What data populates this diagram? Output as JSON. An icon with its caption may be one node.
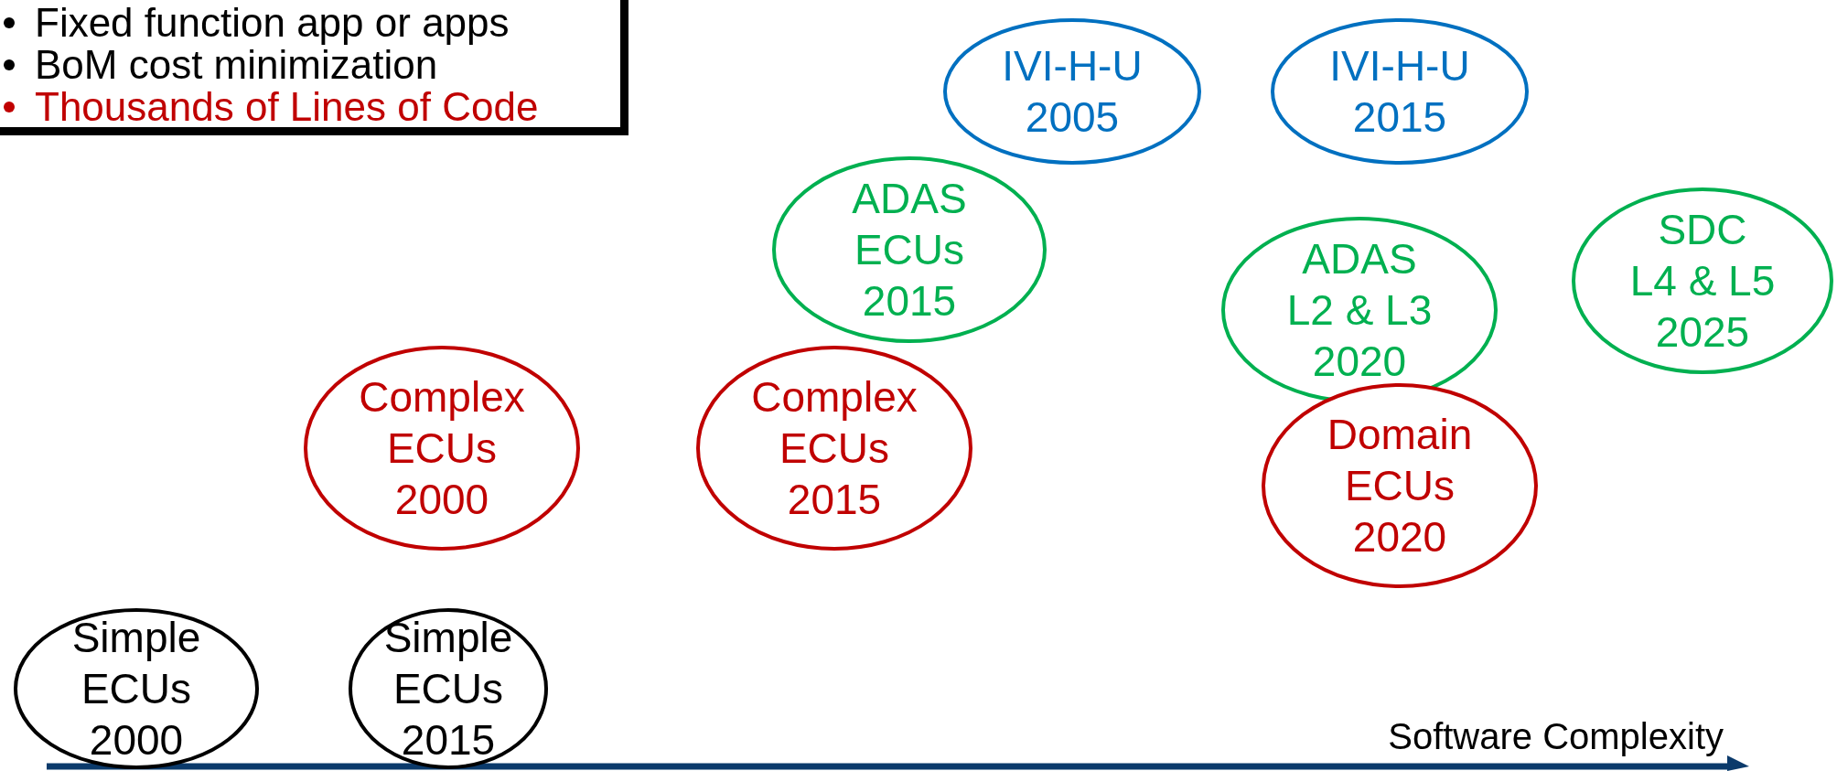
{
  "diagram": {
    "nodes": [
      {
        "text": [
          "Fixed function app or apps",
          "BoM cost minimization",
          "Thousands of Lines of Code"
        ]
      },
      {
        "text": [
          "Simple ECUs 2000"
        ]
      },
      {
        "text": [
          "Simple ECUs 2015"
        ]
      },
      {
        "text": [
          "Complex ECUs 2000"
        ]
      },
      {
        "text": [
          "Complex ECUs 2015"
        ]
      },
      {
        "text": [
          "ADAS ECUs 2015"
        ]
      },
      {
        "text": [
          "IVI-H-U 2005"
        ]
      },
      {
        "text": [
          "IVI-H-U 2015"
        ]
      },
      {
        "text": [
          "ADAS L2 & L3 2020"
        ]
      },
      {
        "text": [
          "Domain ECUs 2020"
        ]
      },
      {
        "text": [
          "SDC L4 & L5 2025"
        ]
      }
    ],
    "edges": [],
    "labels": [
      "Software Complexity"
    ]
  }
}
